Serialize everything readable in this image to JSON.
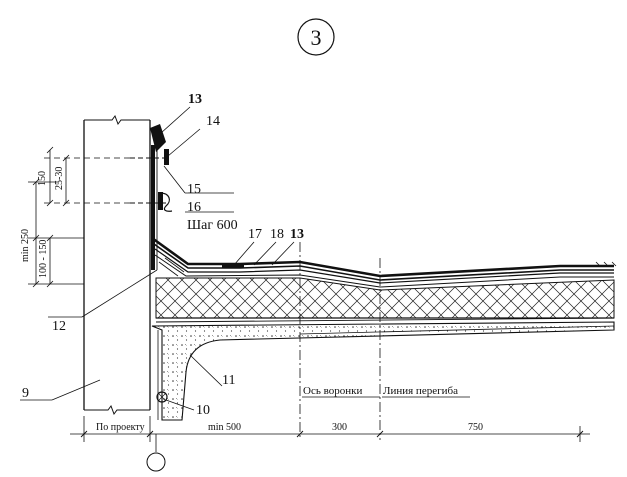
{
  "section_number": "3",
  "callouts": {
    "c13_top": "13",
    "c14": "14",
    "c15": "15",
    "c16": "16",
    "step": "Шаг 600",
    "c17": "17",
    "c18": "18",
    "c13_right": "13",
    "c12": "12",
    "c11": "11",
    "c9": "9",
    "c10": "10"
  },
  "dims": {
    "d150": "150",
    "d25_30": "25-30",
    "min250": "min 250",
    "d100_150": "100 - 150",
    "po_proektu": "По проекту",
    "min500": "min 500",
    "d300": "300",
    "d750": "750"
  },
  "labels": {
    "os_voronki": "Ось воронки",
    "liniya_peregiba": "Линия перегиба"
  }
}
